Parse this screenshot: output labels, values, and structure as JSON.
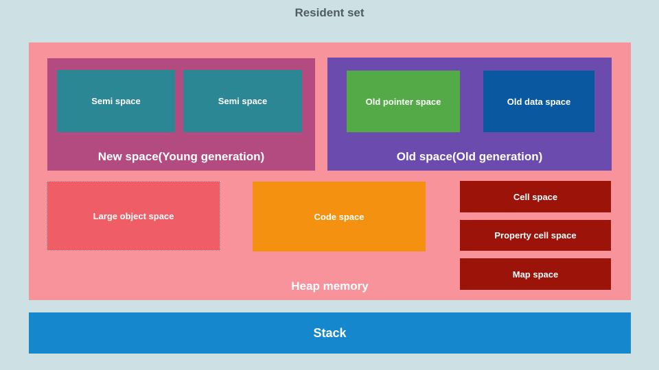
{
  "title": "Resident set",
  "colors": {
    "background": "#cde0e3",
    "title_text": "#4e5c64",
    "heap_bg": "#f8939b",
    "new_space_bg": "#b34a80",
    "semi_space_bg": "#2b8793",
    "old_space_bg": "#6b4cae",
    "old_pointer_bg": "#54aa47",
    "old_data_bg": "#0a58a0",
    "large_object_bg": "#ef5e66",
    "code_space_bg": "#f49110",
    "cell_bg": "#9c130a",
    "stack_bg": "#1487cd",
    "box_label_text": "#ffffff"
  },
  "heap": {
    "label": "Heap memory",
    "new_space": {
      "label": "New space(Young generation)",
      "children": [
        "Semi space",
        "Semi space"
      ]
    },
    "old_space": {
      "label": "Old space(Old generation)",
      "children": [
        "Old pointer space",
        "Old data space"
      ]
    },
    "large_object_space": "Large object space",
    "code_space": "Code space",
    "cell_column": [
      "Cell space",
      "Property cell space",
      "Map space"
    ]
  },
  "stack": {
    "label": "Stack"
  }
}
